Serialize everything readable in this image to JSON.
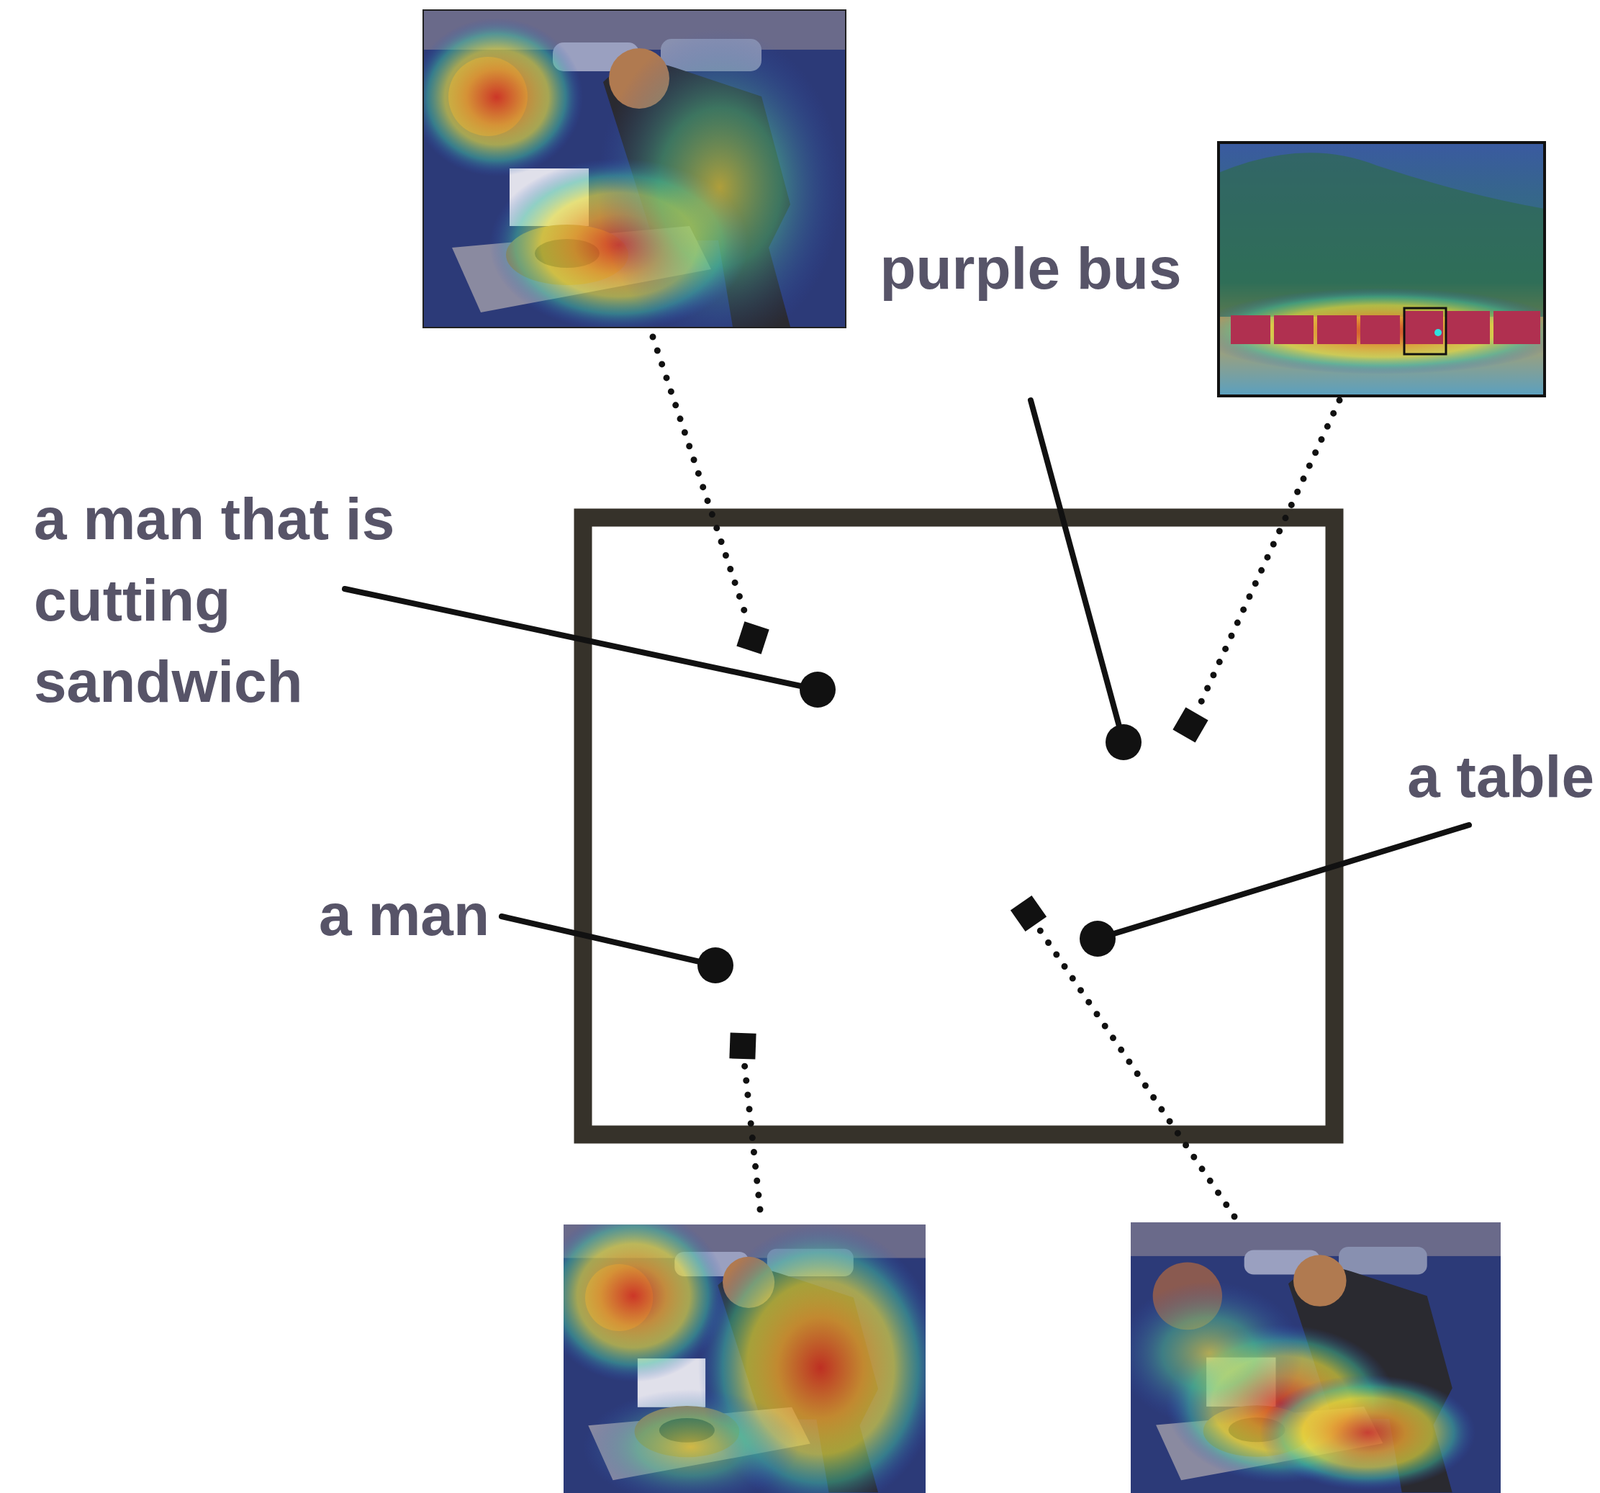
{
  "diagram": {
    "labels": [
      "a man that is cutting sandwich",
      "purple bus",
      "a table",
      "a man"
    ]
  }
}
